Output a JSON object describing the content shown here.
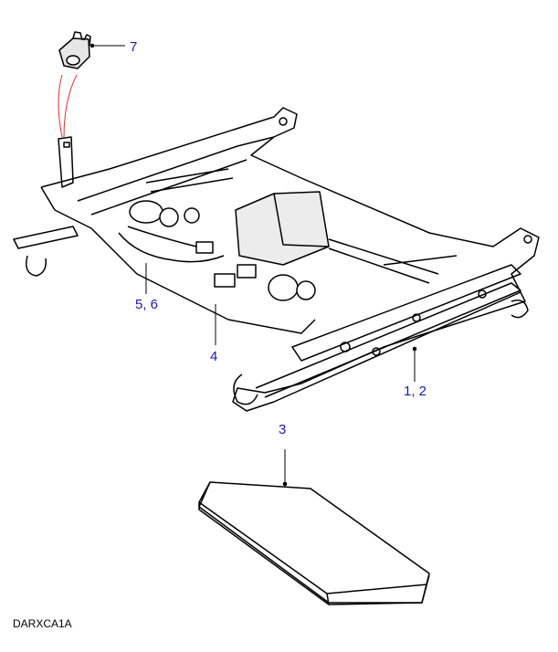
{
  "diagram": {
    "callouts": [
      {
        "id": "7",
        "text": "7"
      },
      {
        "id": "5-6",
        "text": "5, 6"
      },
      {
        "id": "4",
        "text": "4"
      },
      {
        "id": "1-2",
        "text": "1, 2"
      },
      {
        "id": "3",
        "text": "3"
      }
    ],
    "drawing_code": "DARXCA1A",
    "colors": {
      "callout": "#1a1ab4",
      "leader_highlight": "#e03030",
      "line": "#000000",
      "part_fill": "#e6e6e6"
    }
  }
}
